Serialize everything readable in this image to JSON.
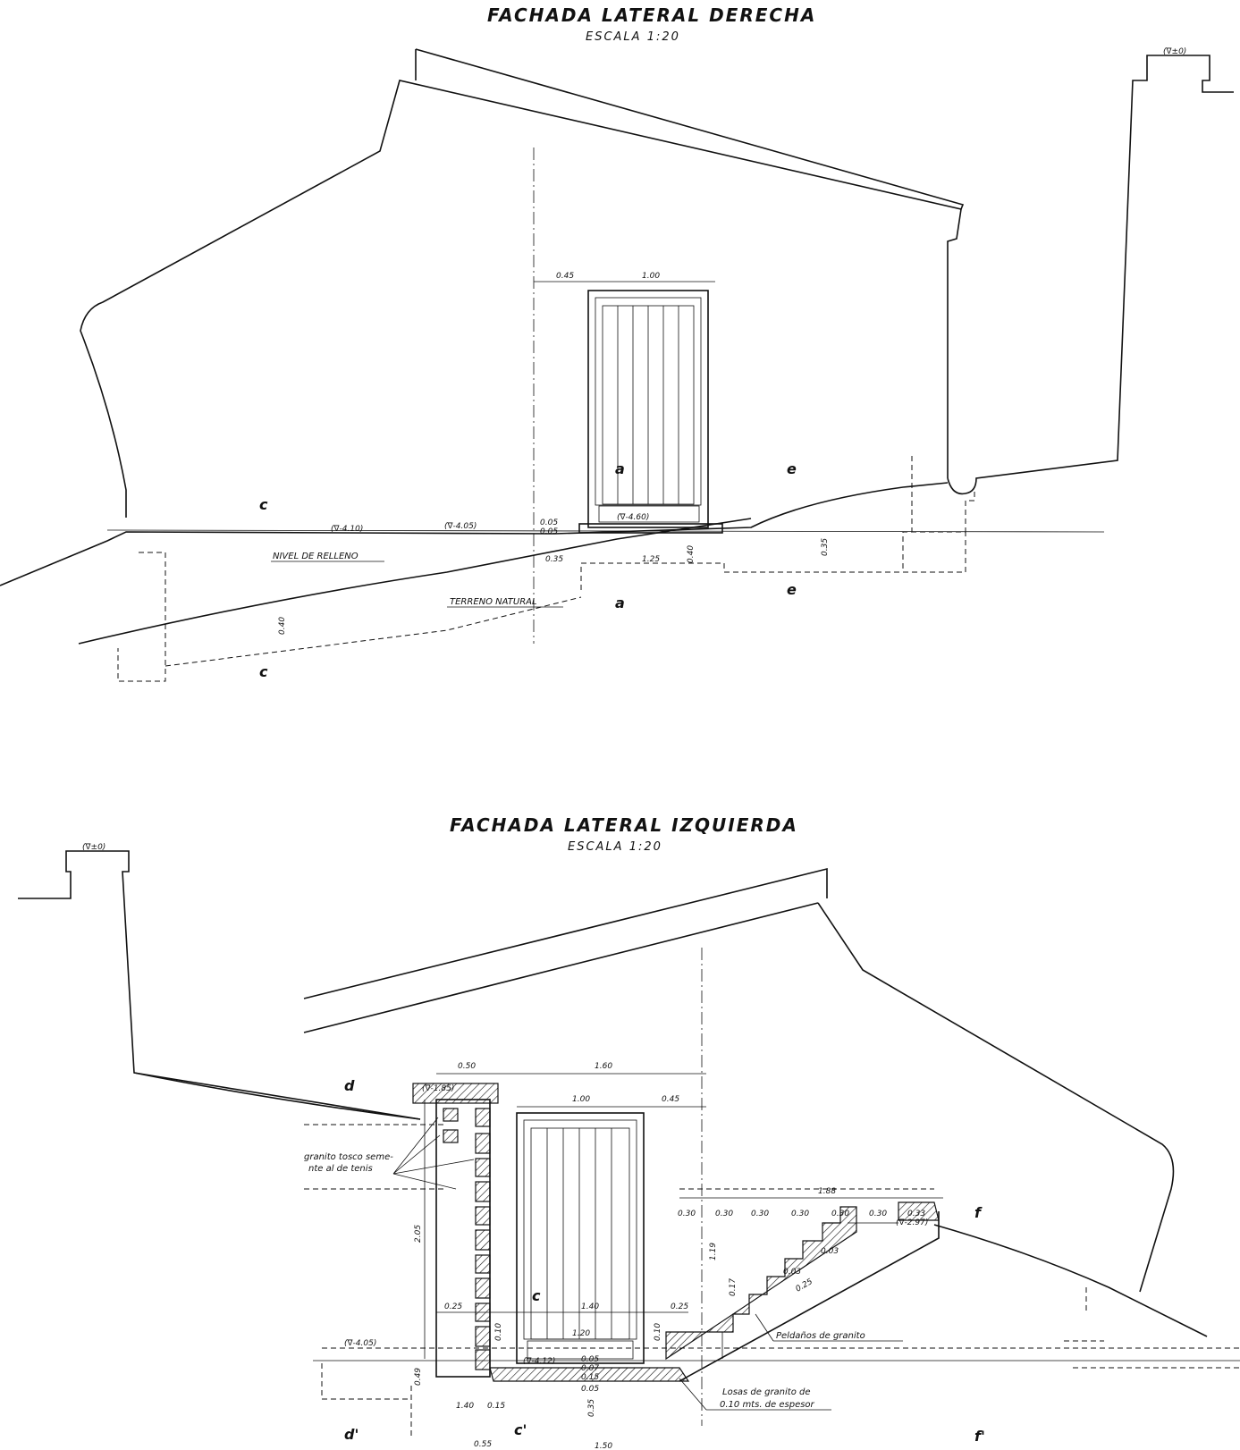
{
  "upper": {
    "title": "FACHADA LATERAL DERECHA",
    "scale": "ESCALA 1:20",
    "level_top": "(∇±0)",
    "door_dims": {
      "left": "0.45",
      "width": "1.00"
    },
    "levels": {
      "a": "(∇-4.10)",
      "b": "(∇-4.05)",
      "c": "(∇-4.60)"
    },
    "small_dims": {
      "d1": "0.05",
      "d2": "0.05",
      "d3": "0.35",
      "d4": "1.25",
      "d5": "0.40",
      "d6": "0.35",
      "d7": "0.40"
    },
    "labels": {
      "fill": "NIVEL DE RELLENO",
      "ground": "TERRENO NATURAL"
    },
    "sections": {
      "s1": "c",
      "s2": "c",
      "s3": "a",
      "s4": "e",
      "s5": "e",
      "s6": "a"
    }
  },
  "lower": {
    "title": "FACHADA LATERAL IZQUIERDA",
    "scale": "ESCALA 1:20",
    "level_top": "(∇±0)",
    "top_dims": {
      "wall": "0.50",
      "total": "1.60",
      "door": "1.00",
      "right": "0.45"
    },
    "levels": {
      "a": "(∇-1.85)",
      "b": "(∇-4.05)",
      "c": "(∇-4.12)",
      "d": "(∇-2.97)"
    },
    "inner_dims": {
      "left": "0.25",
      "mid": "1.40",
      "right": "0.25",
      "sill": "1.20",
      "hgt": "2.05",
      "h2": "0.49",
      "h3": "1.19",
      "h4": "0.10",
      "h5": "0.10"
    },
    "base_dims": {
      "a": "0.05",
      "b": "0.07",
      "c": "0.15",
      "d": "0.05",
      "e": "1.40",
      "f": "0.15",
      "g": "0.35",
      "h": "0.55",
      "i": "1.50"
    },
    "stair_dims": {
      "total": "1.88",
      "s1": "0.30",
      "s2": "0.30",
      "s3": "0.30",
      "s4": "0.30",
      "s5": "0.30",
      "s6": "0.30",
      "s7": "0.33",
      "rise": "0.17"
    },
    "step_dims": {
      "a": "0.03",
      "b": "0.03",
      "c": "0.25"
    },
    "notes": {
      "granite_rough": "granito tosco seme-\nnte al de tenis",
      "steps": "Peldaños de granito",
      "slabs_1": "Losas de granito de",
      "slabs_2": "0.10 mts. de espesor"
    },
    "sections": {
      "s1": "d",
      "s2": "d'",
      "s3": "c",
      "s4": "c'",
      "s5": "f",
      "s6": "f'"
    }
  }
}
